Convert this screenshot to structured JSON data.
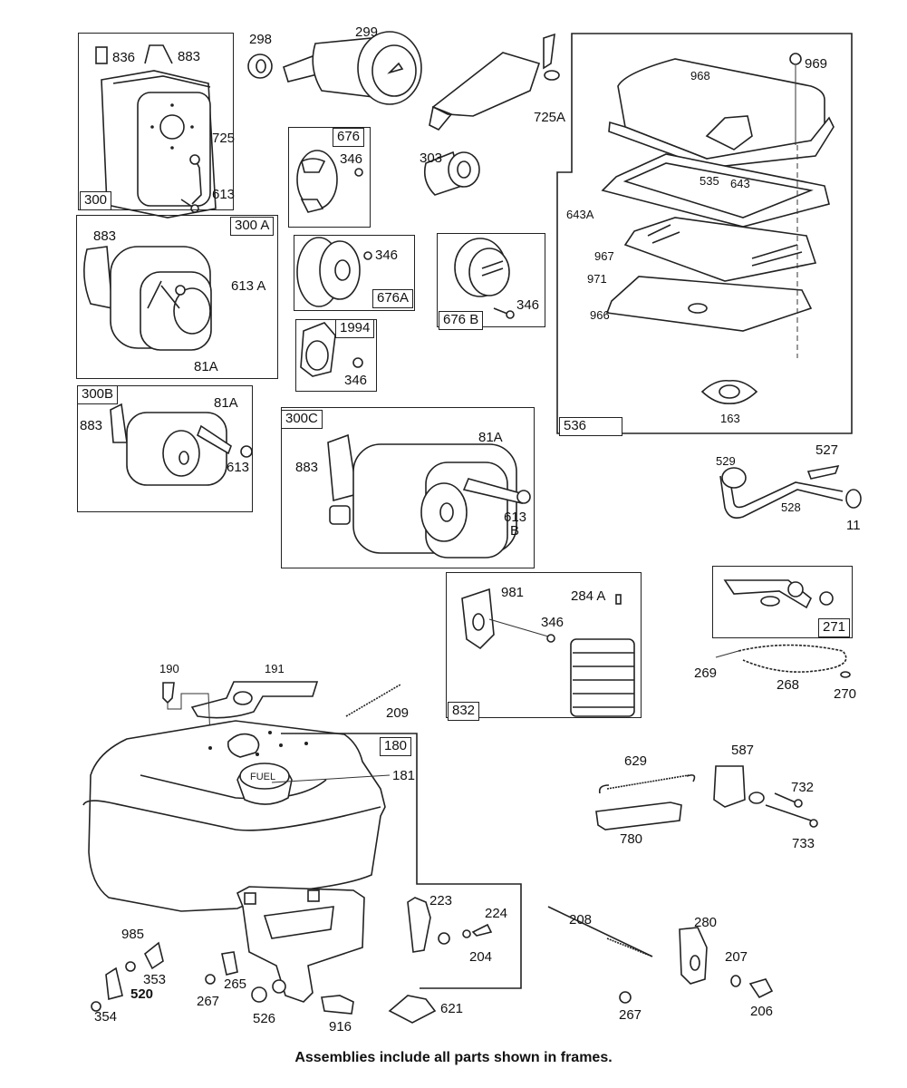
{
  "title": "Briggs & Stratton parts diagram - muffler, air cleaner, fuel tank assemblies",
  "caption": "Assemblies include all parts shown in frames.",
  "frames": {
    "f300": "300",
    "f300A": "300 A",
    "f300B": "300B",
    "f300C": "300C",
    "f676": "676",
    "f676A": "676A",
    "f676B": "676 B",
    "f1994": "1994",
    "f536": "536",
    "f832": "832",
    "f271": "271",
    "f180": "180"
  },
  "parts": {
    "p836": "836",
    "p883a": "883",
    "p725": "725",
    "p613a": "613",
    "p298": "298",
    "p299": "299",
    "p725A": "725A",
    "p303": "303",
    "p346a": "346",
    "p346b": "346",
    "p346c": "346",
    "p346d": "346",
    "p883b": "883",
    "p613A": "613 A",
    "p81Aa": "81A",
    "p883c": "883",
    "p81Ab": "81A",
    "p613b": "613",
    "p883d": "883",
    "p81Ac": "81A",
    "p613B1": "613",
    "p613B2": "B",
    "p968": "968",
    "p969": "969",
    "p535": "535",
    "p643": "643",
    "p643A": "643A",
    "p967": "967",
    "p971": "971",
    "p966": "966",
    "p163": "163",
    "p529": "529",
    "p527": "527",
    "p528": "528",
    "p11": "11",
    "p981": "981",
    "p284A": "284 A",
    "p346e": "346",
    "p269": "269",
    "p268": "268",
    "p270": "270",
    "p190": "190",
    "p191": "191",
    "p209": "209",
    "p181": "181",
    "p629": "629",
    "p587": "587",
    "p732": "732",
    "p733": "733",
    "p780": "780",
    "p223": "223",
    "p224": "224",
    "p204": "204",
    "p208": "208",
    "p280": "280",
    "p207": "207",
    "p206": "206",
    "p267b": "267",
    "p985": "985",
    "p353": "353",
    "p520": "520",
    "p354": "354",
    "p265": "265",
    "p267a": "267",
    "p526": "526",
    "p916": "916",
    "p621": "621"
  },
  "fuel_cap_text": "FUEL"
}
